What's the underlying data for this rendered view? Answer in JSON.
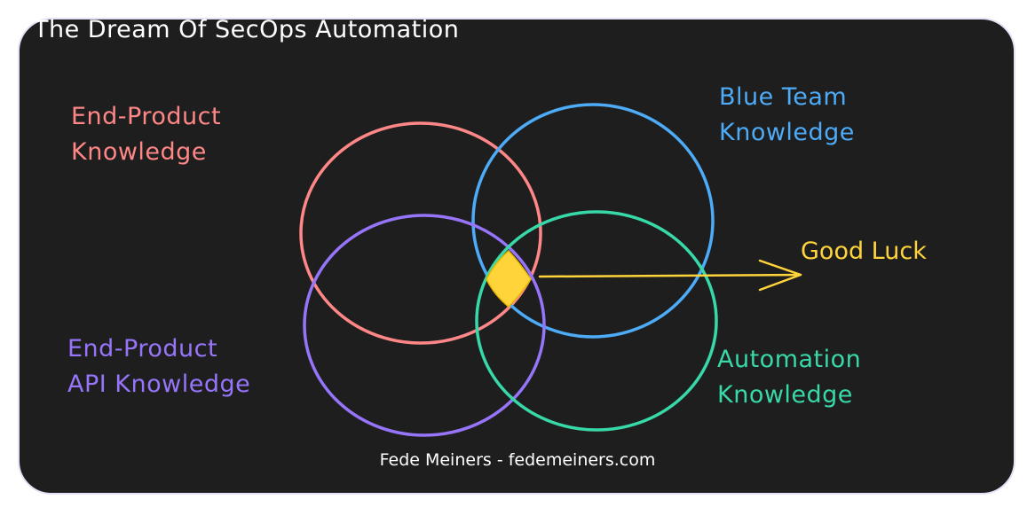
{
  "title": "The Dream Of SecOps Automation",
  "circles": {
    "end_product": {
      "label_line1": "End-Product",
      "label_line2": "Knowledge",
      "color": "#ff8787"
    },
    "blue_team": {
      "label_line1": "Blue Team",
      "label_line2": "Knowledge",
      "color": "#4dabf7"
    },
    "api": {
      "label_line1": "End-Product",
      "label_line2": "API Knowledge",
      "color": "#9775fa"
    },
    "automation": {
      "label_line1": "Automation",
      "label_line2": "Knowledge",
      "color": "#38d9a9"
    }
  },
  "intersection": {
    "label": "Good Luck",
    "color": "#ffd43b"
  },
  "footer": "Fede Meiners - fedemeiners.com",
  "colors": {
    "background": "#1e1e1e",
    "border": "#e4e1f7",
    "text": "#ffffff"
  }
}
